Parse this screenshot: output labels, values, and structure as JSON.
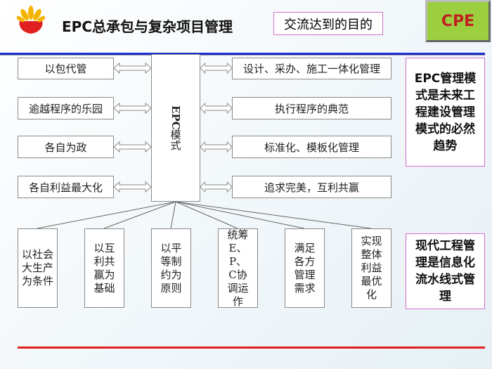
{
  "header": {
    "title": "EPC总承包与复杂项目管理",
    "purpose_box": "交流达到的目的",
    "logo_text": "CPE"
  },
  "center": {
    "label_latin": "EPC",
    "label_cn": "模式"
  },
  "left_items": [
    "以包代管",
    "逾越程序的乐园",
    "各自为政",
    "各自利益最大化"
  ],
  "right_items": [
    "设计、采办、施工一体化管理",
    "执行程序的典范",
    "标准化、模板化管理",
    "追求完美，互利共赢"
  ],
  "bottom_items": [
    "以社会大生产为条件",
    "以互利共赢为基础",
    "以平等制约为原则",
    "统筹E、P、C协调运作",
    "满足各方管理需求",
    "实现整体利益最优化"
  ],
  "side_notes": [
    "EPC管理模式是未来工程建设管理模式的必然趋势",
    "现代工程管理是信息化流水线式管理"
  ],
  "colors": {
    "accent_blue": "#1a2fd0",
    "accent_red": "#e02020",
    "note_border": "#d070c8"
  }
}
